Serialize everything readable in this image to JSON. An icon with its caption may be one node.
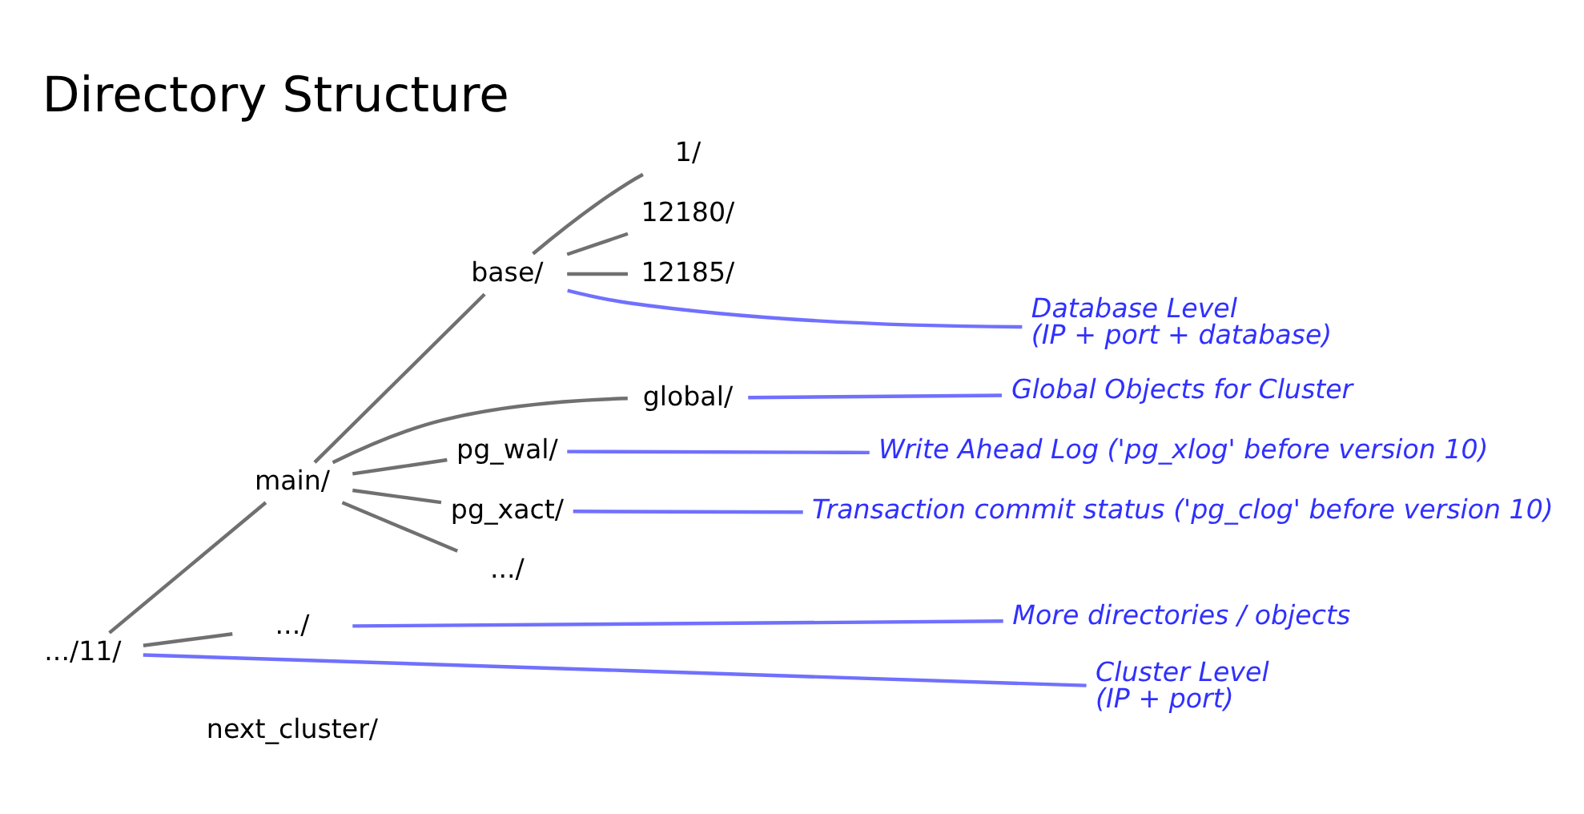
{
  "diagram": {
    "title": "Directory Structure",
    "nodes": [
      {
        "text": [
          ".../11/"
        ]
      },
      {
        "text": [
          "main/"
        ]
      },
      {
        "text": [
          "base/"
        ]
      },
      {
        "text": [
          "1/"
        ]
      },
      {
        "text": [
          "12180/"
        ]
      },
      {
        "text": [
          "12185/"
        ]
      },
      {
        "text": [
          "global/"
        ]
      },
      {
        "text": [
          "pg_wal/"
        ]
      },
      {
        "text": [
          "pg_xact/"
        ]
      },
      {
        "text": [
          ".../"
        ]
      },
      {
        "text": [
          ".../"
        ]
      },
      {
        "text": [
          "Cluster Level",
          "(IP + port)"
        ]
      },
      {
        "text": [
          "Database Level",
          "(IP + port + database)"
        ]
      },
      {
        "text": [
          "Global Objects for Cluster"
        ]
      },
      {
        "text": [
          "Write Ahead Log ('pg_xlog' before version 10)"
        ]
      },
      {
        "text": [
          "Transaction commit status ('pg_clog' before version 10)"
        ]
      },
      {
        "text": [
          "More directories / objects"
        ]
      }
    ],
    "edges": [
      {
        "from": 0,
        "to": 1,
        "arrow": "none"
      },
      {
        "from": 1,
        "to": 2,
        "arrow": "none"
      },
      {
        "from": 2,
        "to": 3,
        "arrow": "none"
      },
      {
        "from": 2,
        "to": 4,
        "arrow": "none"
      },
      {
        "from": 2,
        "to": 5,
        "arrow": "none"
      },
      {
        "from": 1,
        "to": 6,
        "arrow": "none"
      },
      {
        "from": 1,
        "to": 7,
        "arrow": "none"
      },
      {
        "from": 1,
        "to": 8,
        "arrow": "none"
      },
      {
        "from": 1,
        "to": 9,
        "arrow": "none"
      },
      {
        "from": 0,
        "to": 10,
        "arrow": "none"
      },
      {
        "from": 0,
        "to": 11,
        "arrow": "none",
        "color": "#7070ff"
      },
      {
        "from": 2,
        "to": 12,
        "arrow": "none",
        "color": "#7070ff"
      },
      {
        "from": 6,
        "to": 13,
        "arrow": "none",
        "color": "#7070ff"
      },
      {
        "from": 7,
        "to": 14,
        "arrow": "none",
        "color": "#7070ff"
      },
      {
        "from": 8,
        "to": 15,
        "arrow": "none",
        "color": "#7070ff"
      },
      {
        "from": 10,
        "to": 16,
        "arrow": "none",
        "color": "#7070ff"
      }
    ],
    "labels": [
      "next_cluster/"
    ]
  }
}
